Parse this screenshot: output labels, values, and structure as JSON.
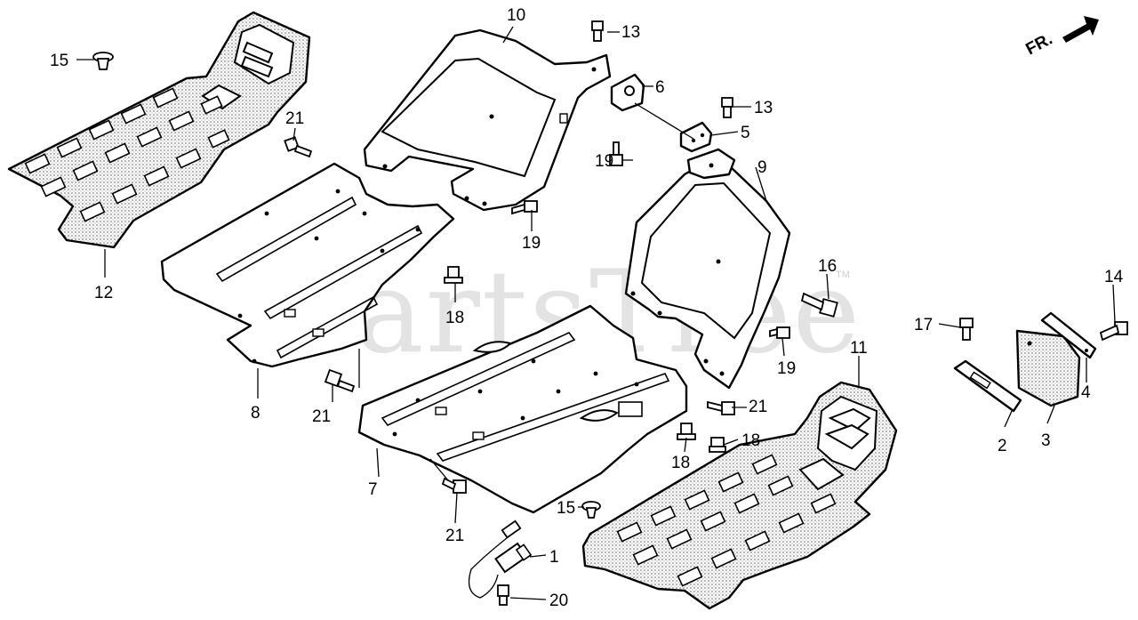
{
  "watermark": "PartsTree",
  "watermark_mark": "TM",
  "direction_label": "FR.",
  "callouts": [
    "1",
    "2",
    "3",
    "4",
    "5",
    "6",
    "7",
    "8",
    "9",
    "10",
    "11",
    "12",
    "13",
    "13",
    "14",
    "15",
    "15",
    "16",
    "17",
    "18",
    "18",
    "18",
    "19",
    "19",
    "19",
    "20",
    "21",
    "21",
    "21",
    "21"
  ]
}
